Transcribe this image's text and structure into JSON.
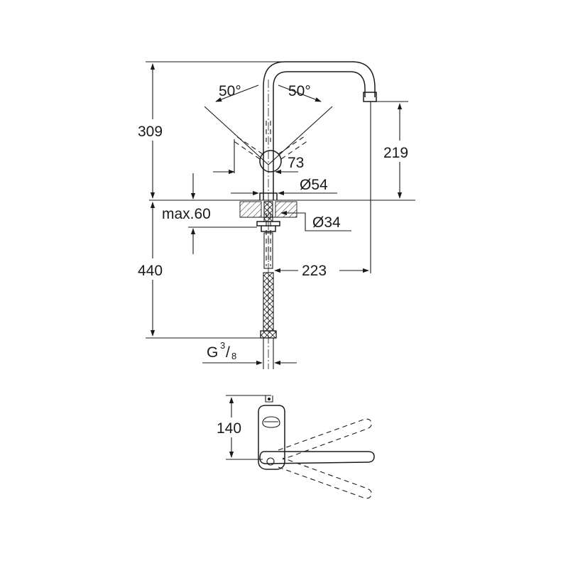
{
  "dimensions": {
    "total_height": "309",
    "spout_height": "219",
    "swivel_left": "50°",
    "swivel_right": "50°",
    "lever_offset": "73",
    "base_diameter": "Ø54",
    "hole_diameter": "Ø34",
    "max_thickness": "max.60",
    "below_height": "440",
    "spout_reach": "223",
    "connection_prefix": "G",
    "connection_num": "3",
    "connection_den": "8",
    "top_view_depth": "140"
  }
}
